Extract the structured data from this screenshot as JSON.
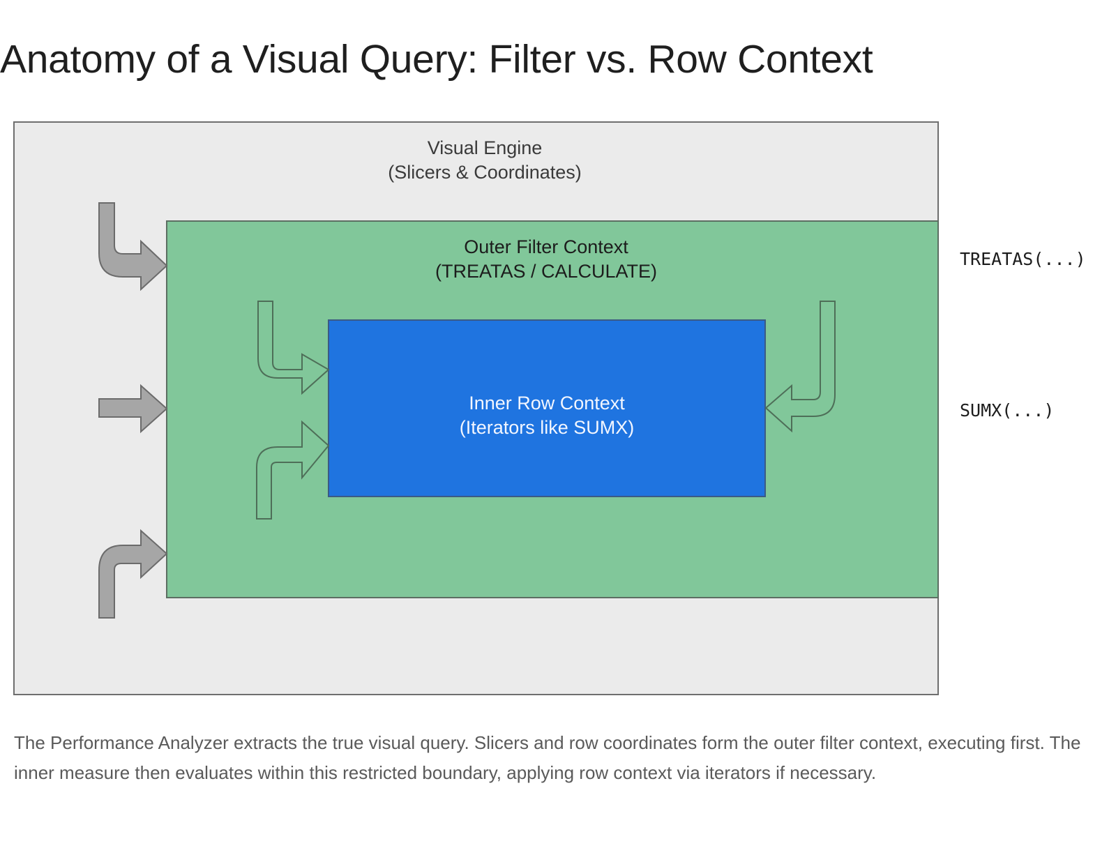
{
  "page": {
    "title": "Anatomy of a Visual Query: Filter vs. Row Context",
    "caption": "The Performance Analyzer extracts the true visual query. Slicers and row coordinates form the outer filter context, executing first. The inner measure then evaluates within this restricted boundary, applying row context via iterators if necessary."
  },
  "diagram": {
    "visual_engine": {
      "line1": "Visual Engine",
      "line2": "(Slicers & Coordinates)",
      "fill": "#ebebeb",
      "border": "#6e6e6e"
    },
    "outer_filter_context": {
      "line1": "Outer Filter Context",
      "line2": "(TREATAS / CALCULATE)",
      "fill": "#81c79a",
      "border": "#5c6e62"
    },
    "inner_row_context": {
      "line1": "Inner Row Context",
      "line2": "(Iterators like SUMX)",
      "fill": "#1f74e0",
      "border": "#3b5a84",
      "text_color": "#f2f6ff"
    },
    "side_labels": {
      "outer": "TREATAS(...)",
      "inner": "SUMX(...)"
    },
    "arrows": {
      "outer_arrow_fill": "#a6a6a6",
      "outer_arrow_stroke": "#6b6b6b",
      "inner_arrow_stroke": "#4e6e58",
      "outer_count": 3,
      "inner_count": 3
    }
  }
}
